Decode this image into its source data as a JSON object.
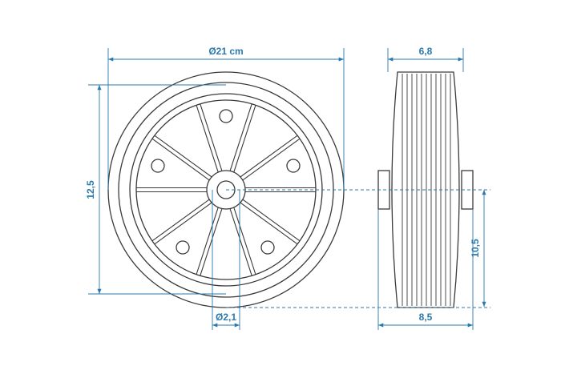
{
  "colors": {
    "outline": "#3a3a3a",
    "dimension": "#2a79ad"
  },
  "dimensions": {
    "wheel_diameter": "Ø21 cm",
    "tread_width": "6,8",
    "hub_height": "12,5",
    "axle_height": "10,5",
    "bore_diameter": "Ø2,1",
    "hub_width": "8,5"
  }
}
